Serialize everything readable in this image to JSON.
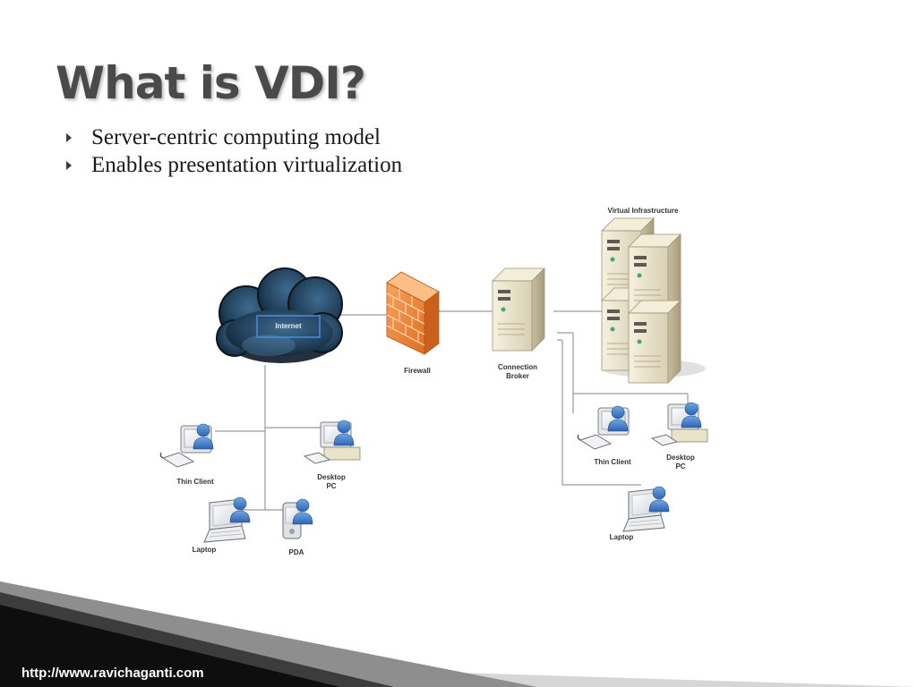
{
  "title": "What is VDI?",
  "bullets": [
    "Server-centric computing model",
    "Enables presentation virtualization"
  ],
  "diagram": {
    "internet": "Internet",
    "firewall": "Firewall",
    "connection_broker_line1": "Connection",
    "connection_broker_line2": "Broker",
    "virtual_infrastructure": "Virtual Infrastructure",
    "left_thin_client": "Thin Client",
    "left_desktop_line1": "Desktop",
    "left_desktop_line2": "PC",
    "left_laptop": "Laptop",
    "pda": "PDA",
    "right_thin_client": "Thin Client",
    "right_desktop_line1": "Desktop",
    "right_desktop_line2": "PC",
    "right_laptop": "Laptop"
  },
  "footer": {
    "url": "http://www.ravichaganti.com"
  },
  "colors": {
    "title": "#4a4a4a",
    "firewall": "#f08a3c",
    "cloud": "#1f3b52",
    "server": "#e9e3cc",
    "user": "#3f7bc4"
  }
}
